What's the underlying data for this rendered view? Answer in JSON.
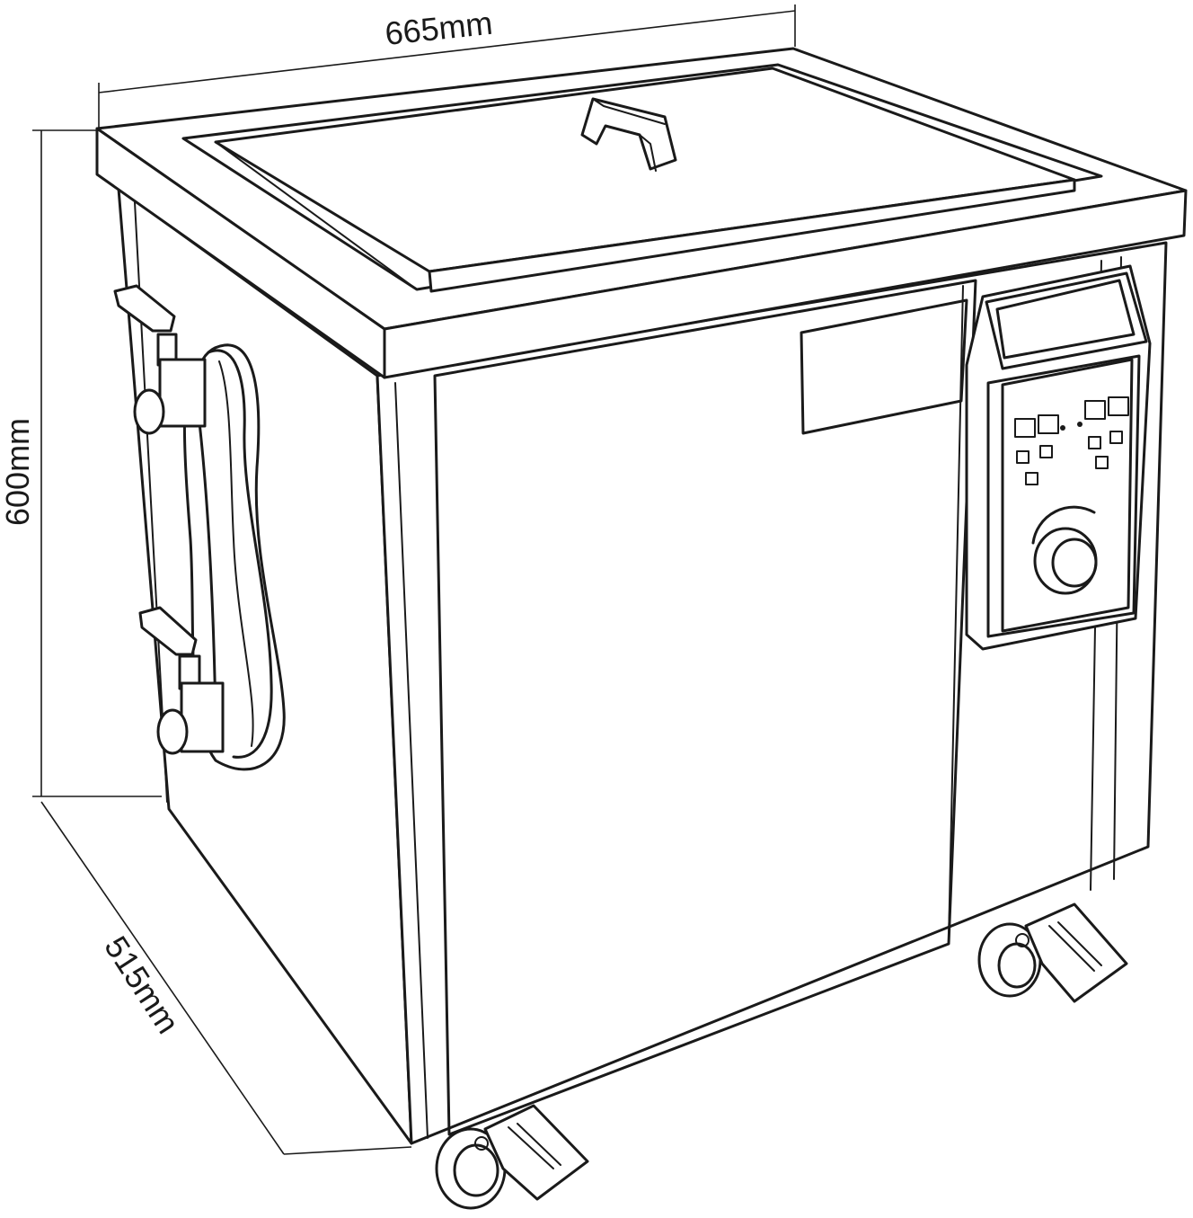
{
  "dimensions": {
    "width": "665mm",
    "height": "600mm",
    "depth": "515mm"
  },
  "colors": {
    "line": "#1a1a1a",
    "background": "#ffffff"
  }
}
